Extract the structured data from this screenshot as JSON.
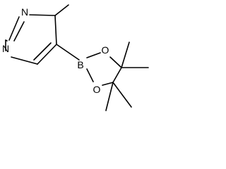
{
  "diagram": {
    "atoms": {
      "n_top": "N",
      "n_left": "N",
      "boron": "B",
      "oxygen_top": "O",
      "oxygen_bottom": "O"
    },
    "colors": {
      "line": "#000000",
      "background": "#ffffff"
    }
  }
}
